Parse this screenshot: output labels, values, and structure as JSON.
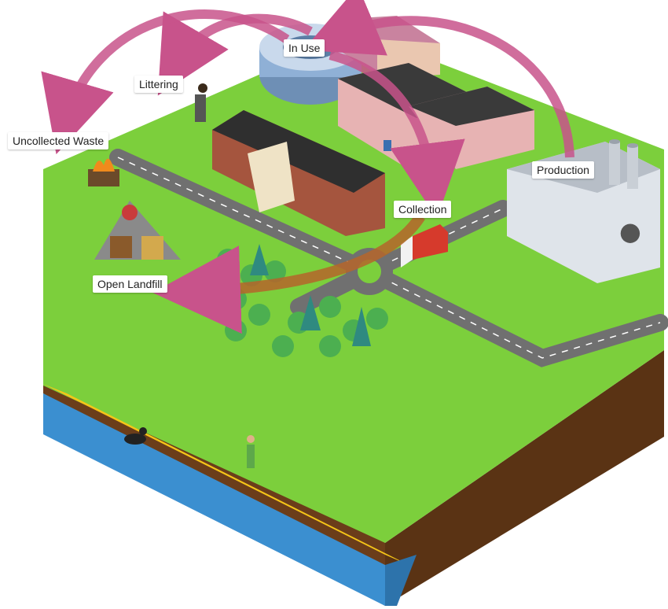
{
  "labels": {
    "in_use": "In Use",
    "littering": "Littering",
    "uncollected_waste": "Uncollected Waste",
    "production": "Production",
    "collection": "Collection",
    "open_landfill": "Open Landfill"
  },
  "colors": {
    "grass": "#7ccf3c",
    "soil": "#6b3d1a",
    "water": "#3b8fd0",
    "sand": "#f5c518",
    "road": "#707070",
    "flow_arrow": "#c8538b",
    "collection_arrow": "#b5652a",
    "truck": "#d63a2c"
  },
  "icons": [
    "apple-logo-icon",
    "fire-icon",
    "duck-icon",
    "pedestrian-icon",
    "truck-icon",
    "tree-icon",
    "trash-bin-icon"
  ]
}
